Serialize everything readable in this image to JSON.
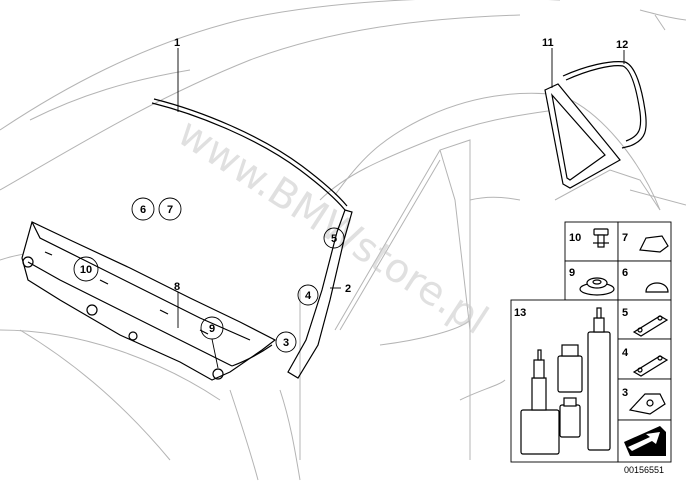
{
  "watermark": "www.BMWstore.pl",
  "diagram_id": "00156551",
  "callouts": {
    "c1": "1",
    "c2": "2",
    "c3": "3",
    "c4": "4",
    "c5": "5",
    "c6": "6",
    "c7": "7",
    "c8": "8",
    "c9": "9",
    "c10": "10",
    "c11": "11",
    "c12": "12"
  },
  "legend": {
    "c10": "10",
    "c7": "7",
    "c9": "9",
    "c6": "6",
    "c13": "13",
    "c5": "5",
    "c4": "4",
    "c3": "3"
  }
}
